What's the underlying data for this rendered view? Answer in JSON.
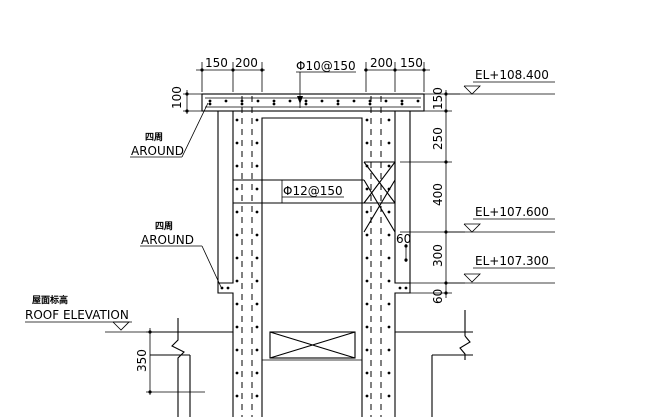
{
  "dimensions": {
    "top_left_150": "150",
    "top_left_200": "200",
    "top_right_200": "200",
    "top_right_150": "150",
    "slab_100": "100",
    "right_150": "150",
    "right_250": "250",
    "right_400": "400",
    "right_300": "300",
    "right_60": "60",
    "inner_60": "60",
    "left_350": "350"
  },
  "rebar": {
    "top": "Φ10@150",
    "middle": "Φ12@150"
  },
  "elevations": {
    "el1": "EL+108.400",
    "el2": "EL+107.600",
    "el3": "EL+107.300"
  },
  "labels": {
    "around_cn_1": "四周",
    "around_en_1": "AROUND",
    "around_cn_2": "四周",
    "around_en_2": "AROUND",
    "roof_cn": "屋面标高",
    "roof_en": "ROOF ELEVATION"
  }
}
